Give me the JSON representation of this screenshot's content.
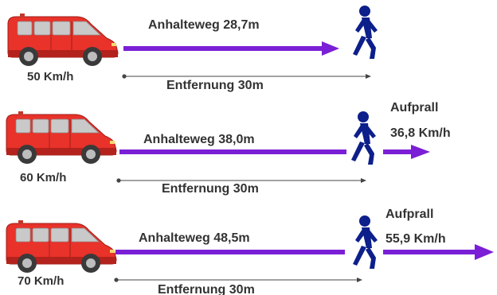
{
  "colors": {
    "arrow_purple": "#7a1fd6",
    "dim_line": "#444444",
    "van_red": "#e8322a",
    "van_dark": "#b3221c",
    "pedestrian_blue": "#0d1f8a",
    "label_gray": "#333333"
  },
  "icons": {
    "vehicle": "van-icon",
    "pedestrian": "pedestrian-icon"
  },
  "scenarios": [
    {
      "speed": "50 Km/h",
      "stopping_label": "Anhalteweg 28,7m",
      "distance_label": "Entfernung 30m",
      "impact_label": "",
      "impact_speed": ""
    },
    {
      "speed": "60 Km/h",
      "stopping_label": "Anhalteweg 38,0m",
      "distance_label": "Entfernung 30m",
      "impact_label": "Aufprall",
      "impact_speed": "36,8 Km/h"
    },
    {
      "speed": "70 Km/h",
      "stopping_label": "Anhalteweg 48,5m",
      "distance_label": "Entfernung 30m",
      "impact_label": "Aufprall",
      "impact_speed": "55,9 Km/h"
    }
  ]
}
